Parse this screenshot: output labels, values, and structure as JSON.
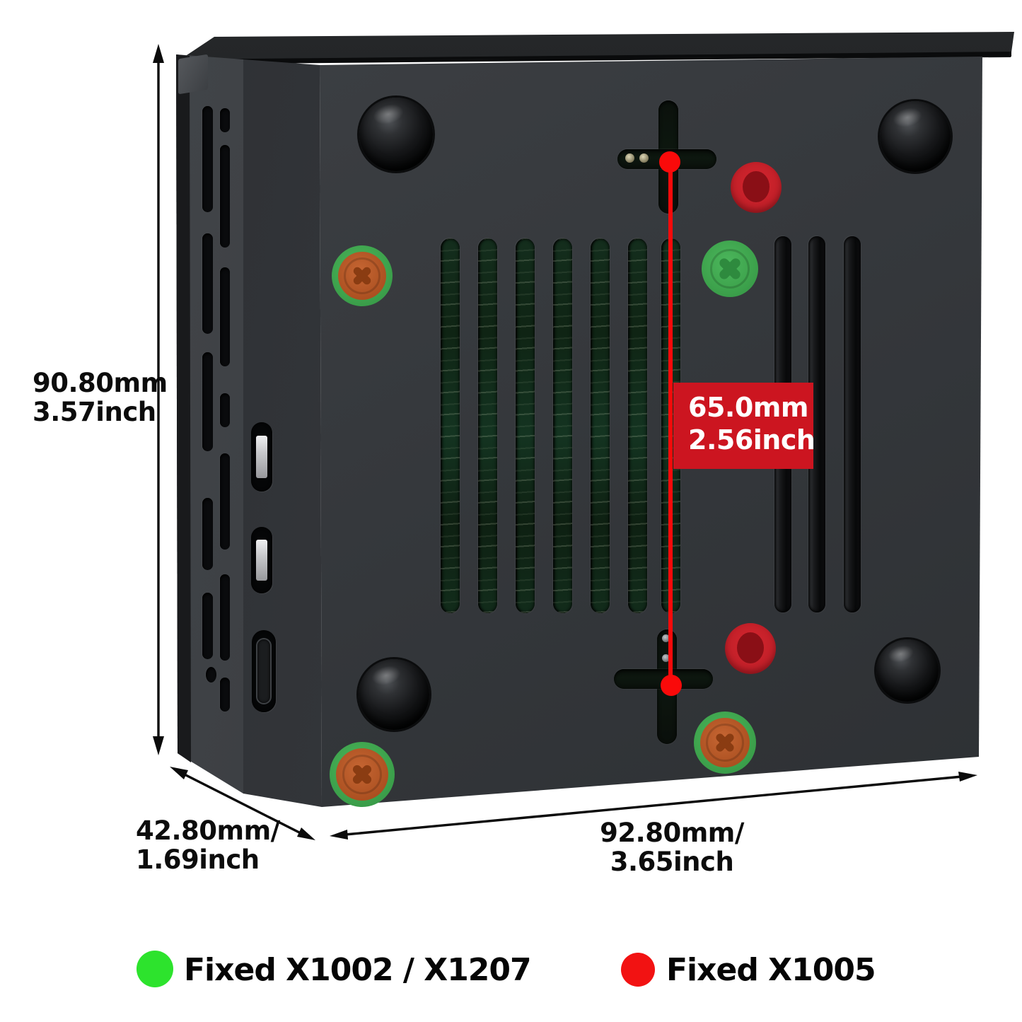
{
  "annotations": {
    "height": {
      "mm": "90.80mm",
      "inch": "3.57inch"
    },
    "depth": {
      "mm": "42.80mm/",
      "inch": "1.69inch"
    },
    "width": {
      "mm": "92.80mm/",
      "inch": "3.65inch"
    },
    "hole_spacing": {
      "mm": "65.0mm",
      "inch": "2.56inch"
    }
  },
  "legend": {
    "green": {
      "label": "Fixed X1002 / X1207",
      "color": "#2de32d",
      "icon": "green-dot"
    },
    "red": {
      "label": "Fixed X1005",
      "color": "#f21212",
      "icon": "red-dot"
    }
  },
  "colors": {
    "annotation_red_line": "#fa0a0a",
    "hole_marker_red": "#c92028",
    "screw_marker_green": "#3da24c",
    "screw_orange": "#b55327",
    "spacing_badge_red": "#cc1520",
    "dimension_text": "#0c0c0c",
    "case_gray": "#35383c",
    "pcb_green": "#143421"
  }
}
